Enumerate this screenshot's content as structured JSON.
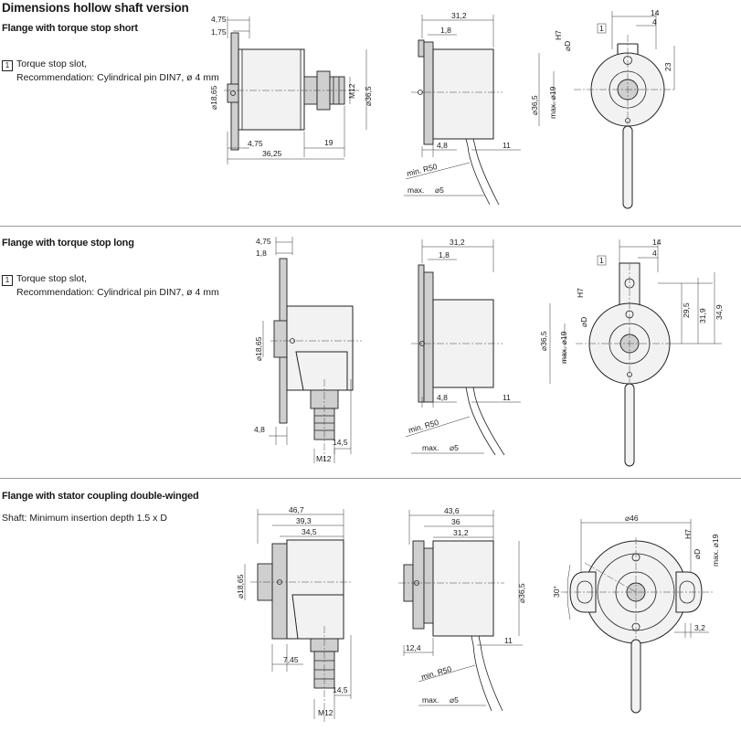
{
  "page_title": "Dimensions hollow shaft version",
  "sections": [
    {
      "title": "Flange with torque stop short",
      "note_marker": "1",
      "note_line1": "Torque stop slot,",
      "note_line2": "Recommendation: Cylindrical pin DIN7, ø 4 mm",
      "side": {
        "d1": "4,75",
        "d2": "1,75",
        "d3": "⌀18,65",
        "d4": "M12",
        "d5": "⌀36,5",
        "d6": "4,75",
        "d7": "19",
        "d8": "36,25"
      },
      "mid": {
        "d1": "31,2",
        "d2": "1,8",
        "d3": "4,8",
        "d4": "11",
        "d5": "min. R50",
        "d6": "max.",
        "d7": "⌀5"
      },
      "front": {
        "d1": "14",
        "d2": "4",
        "marker": "1",
        "d3": "H7",
        "d4": "⌀D",
        "d5": "⌀36,5",
        "d6": "max. ⌀19",
        "d7": "23"
      }
    },
    {
      "title": "Flange with torque stop long",
      "note_marker": "1",
      "note_line1": "Torque stop slot,",
      "note_line2": "Recommendation: Cylindrical pin DIN7, ø 4 mm",
      "side": {
        "d1": "4,75",
        "d2": "1,8",
        "d3": "⌀18,65",
        "d4": "4,8",
        "d5": "14,5",
        "d6": "M12"
      },
      "mid": {
        "d1": "31,2",
        "d2": "1,8",
        "d3": "4,8",
        "d4": "11",
        "d5": "min. R50",
        "d6": "max.",
        "d7": "⌀5"
      },
      "front": {
        "d1": "14",
        "d2": "4",
        "marker": "1",
        "d3": "H7",
        "d4": "⌀D",
        "d5": "⌀36,5",
        "d6": "max. ⌀19",
        "d7": "29,5",
        "d8": "31,9",
        "d9": "34,9"
      }
    },
    {
      "title": "Flange with stator coupling double-winged",
      "note_line1": "Shaft: Minimum insertion depth 1.5 x D",
      "side": {
        "d1": "46,7",
        "d2": "39,3",
        "d3": "34,5",
        "d4": "⌀18,65",
        "d5": "7,45",
        "d6": "14,5",
        "d7": "M12"
      },
      "mid": {
        "d1": "43,6",
        "d2": "36",
        "d3": "31,2",
        "d4": "⌀36,5",
        "d5": "12,4",
        "d6": "11",
        "d7": "min. R50",
        "d8": "max.",
        "d9": "⌀5"
      },
      "front": {
        "d1": "⌀46",
        "d2": "H7",
        "d3": "⌀D",
        "d4": "max. ⌀19",
        "d5": "30°",
        "d6": "3,2"
      }
    }
  ]
}
